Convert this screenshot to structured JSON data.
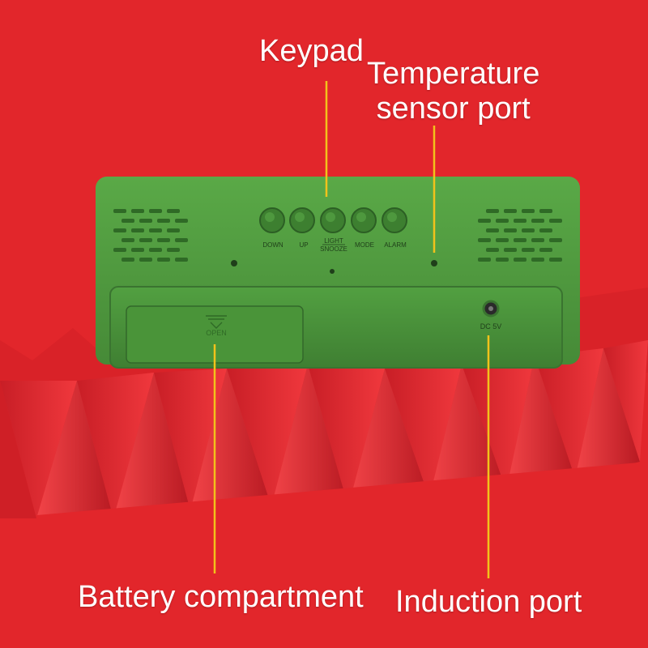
{
  "callouts": {
    "keypad": "Keypad",
    "temperature_line1": "Temperature",
    "temperature_line2": "sensor port",
    "battery": "Battery compartment",
    "induction": "Induction port"
  },
  "device": {
    "buttons": [
      "DOWN",
      "UP",
      "LIGHT",
      "SNOOZE",
      "MODE",
      "ALARM"
    ],
    "battery_cover_label": "OPEN",
    "dc_label": "DC 5V"
  },
  "colors": {
    "background": "#e2262b",
    "clock_body": "#4f9a3f",
    "callout_line": "#f2c21b",
    "text": "#ffffff"
  }
}
